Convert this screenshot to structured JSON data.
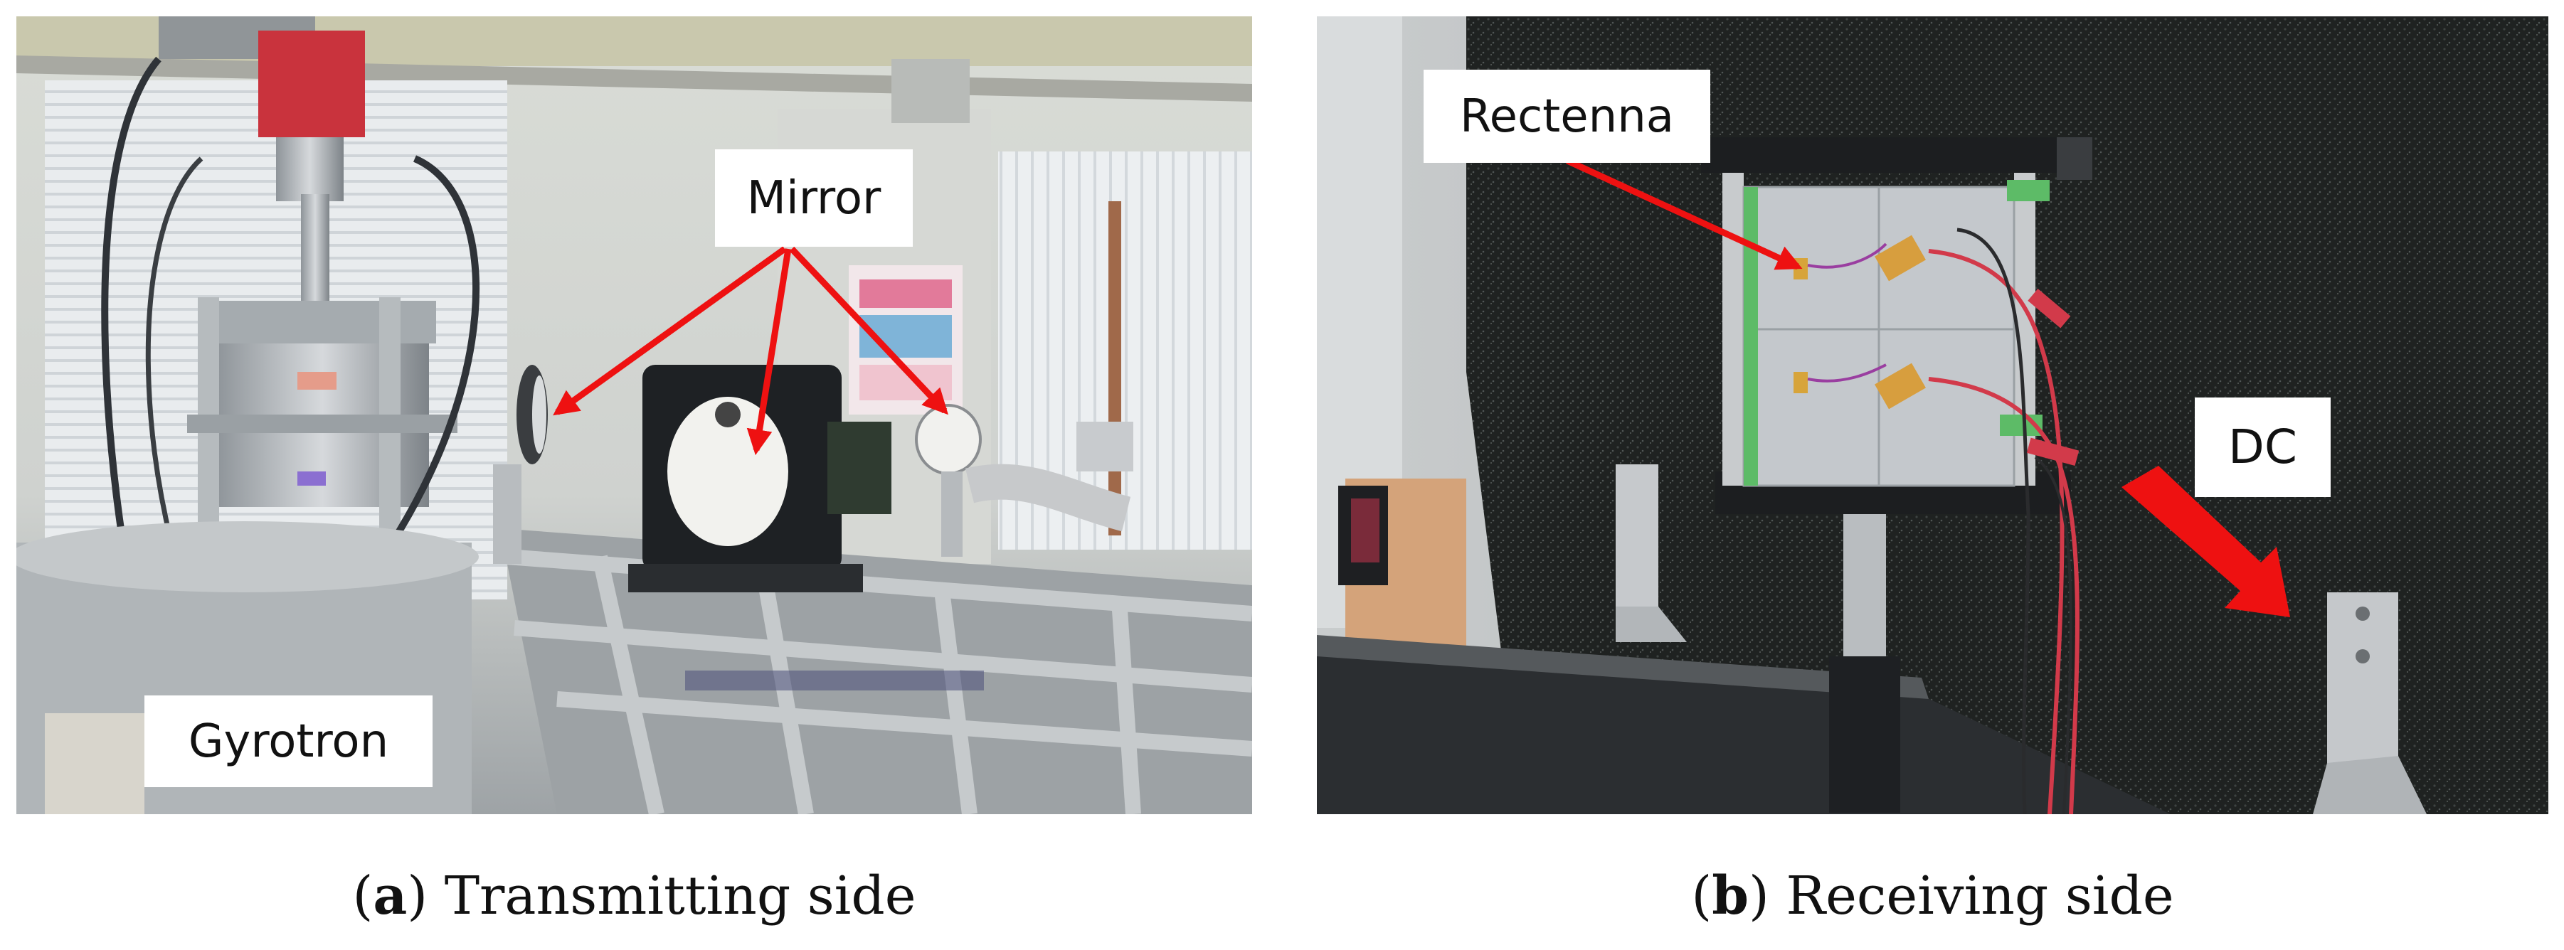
{
  "panel_a": {
    "labels": {
      "mirror": "Mirror",
      "gyrotron": "Gyrotron"
    },
    "caption": {
      "open": "(",
      "letter": "a",
      "close": ")",
      "text": " Transmitting side"
    }
  },
  "panel_b": {
    "labels": {
      "rectenna": "Rectenna",
      "dc": "DC"
    },
    "caption": {
      "open": "(",
      "letter": "b",
      "close": ")",
      "text": " Receiving side"
    }
  },
  "colors": {
    "arrow": "#ee1111",
    "label_bg": "#ffffff",
    "foam": "#1e2120",
    "frame": "#b9bcbf"
  }
}
